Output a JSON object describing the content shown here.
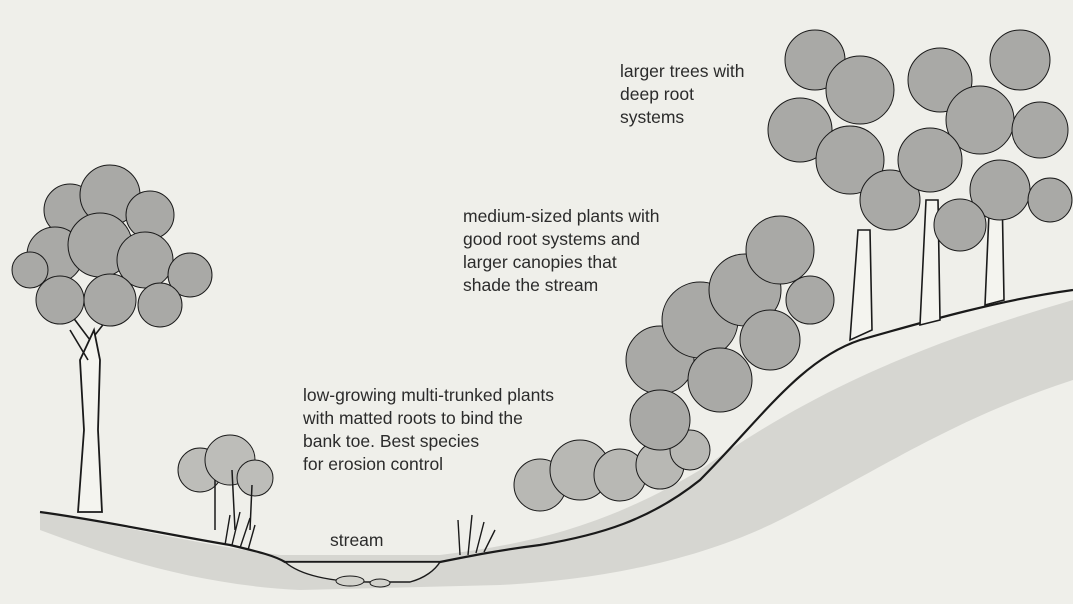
{
  "labels": {
    "large_trees": [
      "larger trees with",
      "deep root",
      "systems"
    ],
    "medium_plants": [
      "medium-sized plants with",
      "good root systems and",
      "larger canopies that",
      "shade the stream"
    ],
    "low_plants": [
      "low-growing multi-trunked plants",
      "with matted roots to bind the",
      "bank toe. Best species",
      "for erosion control"
    ],
    "stream": "stream"
  },
  "colors": {
    "background": "#efefea",
    "ink": "#1a1a1a",
    "foliage": "#a9a9a6",
    "bank_shadow": "#c9c9c4",
    "text": "#2b2b2b"
  }
}
